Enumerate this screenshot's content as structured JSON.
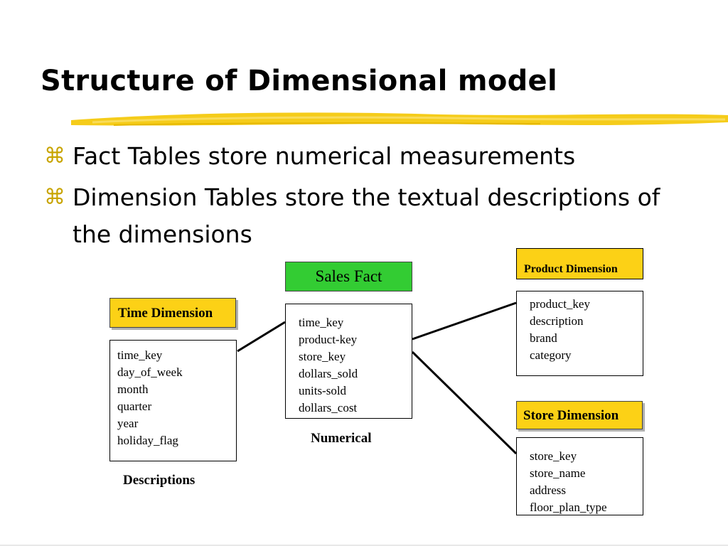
{
  "slide": {
    "title": "Structure of Dimensional model",
    "bullets": [
      {
        "glyph": "⌘",
        "text": "Fact Tables store numerical measurements"
      },
      {
        "glyph": "⌘",
        "text": "Dimension Tables store the textual descriptions of the dimensions"
      }
    ]
  },
  "diagram": {
    "fact": {
      "title": "Sales Fact",
      "fields": [
        "time_key",
        "product-key",
        "store_key",
        "dollars_sold",
        "units-sold",
        "dollars_cost"
      ],
      "caption": "Numerical"
    },
    "time": {
      "title": "Time Dimension",
      "fields": [
        "time_key",
        "day_of_week",
        "month",
        "quarter",
        "year",
        "holiday_flag"
      ],
      "caption": "Descriptions"
    },
    "product": {
      "title": "Product Dimension",
      "fields": [
        "product_key",
        "description",
        "brand",
        "category"
      ]
    },
    "store": {
      "title": "Store Dimension",
      "fields": [
        "store_key",
        "store_name",
        "address",
        "floor_plan_type"
      ]
    }
  },
  "colors": {
    "dimension_header": "#fcd116",
    "fact_header": "#33cc33",
    "bullet_glyph": "#c8a400",
    "brush_stroke": "#f5cc1a"
  }
}
